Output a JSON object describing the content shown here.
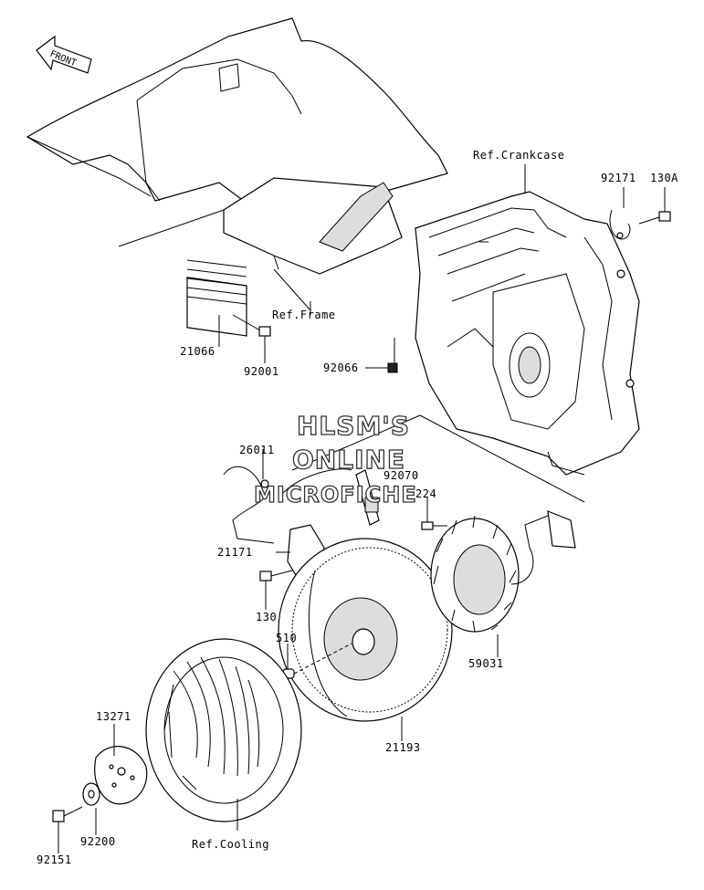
{
  "front_arrow": {
    "label": "FRONT"
  },
  "reference_labels": {
    "crankcase": "Ref.Crankcase",
    "frame": "Ref.Frame",
    "cooling": "Ref.Cooling"
  },
  "part_numbers": {
    "p92171": "92171",
    "p130A": "130A",
    "p21066": "21066",
    "p92001": "92001",
    "p92066": "92066",
    "p26011": "26011",
    "p92070": "92070",
    "p224": "224",
    "p21171": "21171",
    "p130": "130",
    "p510": "510",
    "p59031": "59031",
    "p13271": "13271",
    "p21193": "21193",
    "p92151": "92151",
    "p92200": "92200"
  },
  "watermark": {
    "line1": "HLSM'S",
    "line2": "ONLINE",
    "line3": "MICROFICHE"
  }
}
